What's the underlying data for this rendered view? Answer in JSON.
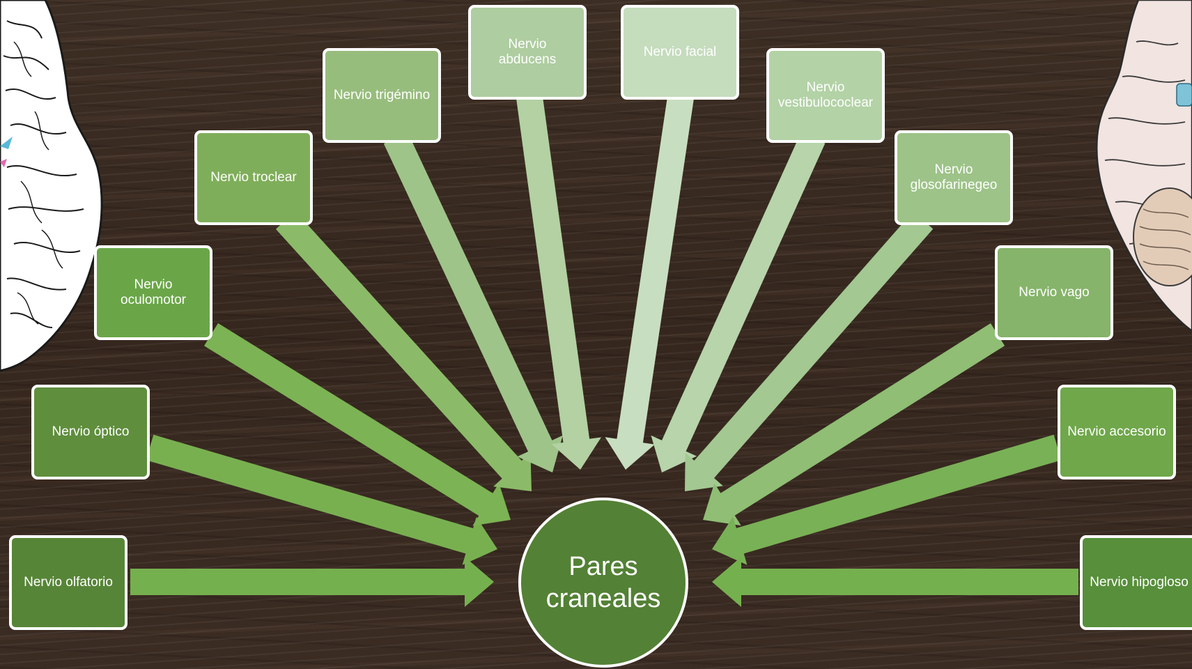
{
  "center": {
    "label_line1": "Pares",
    "label_line2": "craneales",
    "color": "#538135"
  },
  "nodes": [
    {
      "label": "Nervio olfatorio",
      "color": "#578537"
    },
    {
      "label": "Nervio óptico",
      "color": "#5f8e3d"
    },
    {
      "label": "Nervio oculomotor",
      "color": "#6aa648"
    },
    {
      "label": "Nervio troclear",
      "color": "#7fae5a"
    },
    {
      "label": "Nervio trigémino",
      "color": "#97bd7d"
    },
    {
      "label": "Nervio abducens",
      "color": "#aecda0"
    },
    {
      "label": "Nervio facial",
      "color": "#c5dcbd"
    },
    {
      "label": "Nervio vestibulococlear",
      "color": "#b3d2a6"
    },
    {
      "label": "Nervio glosofarinegeo",
      "color": "#9dc388"
    },
    {
      "label": "Nervio vago",
      "color": "#86b46a"
    },
    {
      "label": "Nervio accesorio",
      "color": "#6fa74a"
    },
    {
      "label": "Nervio hipogloso",
      "color": "#578f3a"
    }
  ],
  "arrow_colors": [
    "#75b04e",
    "#78b050",
    "#7cb354",
    "#8bbb68",
    "#9fc489",
    "#b3d1a2",
    "#c8dec0",
    "#b7d4ab",
    "#a3c892",
    "#8fbe74",
    "#79b156",
    "#75b04e"
  ],
  "icons": {
    "left": "brain-drawing-left-icon",
    "right": "brain-drawing-right-icon"
  }
}
